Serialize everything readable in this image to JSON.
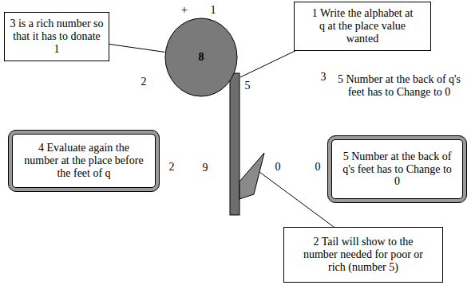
{
  "diagram": {
    "nodes": [
      {
        "text": [
          "3 is a rich number so that it has to donate 1"
        ]
      },
      {
        "text": [
          "8"
        ]
      },
      {
        "text": [
          "1 Write the alphabet at q at the place value wanted"
        ]
      },
      {
        "text": [
          "4 Evaluate again the number at the place before the feet of q"
        ]
      },
      {
        "text": [
          "5 Number at the back of q's feet has to Change to 0"
        ]
      },
      {
        "text": [
          "2 Tail will show to the number needed for poor or rich (number 5)"
        ]
      }
    ],
    "edges": [
      {
        "from": 0,
        "to": 1,
        "arrow": "none"
      }
    ],
    "labels": [
      "+",
      "1",
      "2",
      "5",
      "3",
      "5 Number at the back of q's feet has to Change to 0",
      "2",
      "9",
      "0",
      "0"
    ]
  }
}
